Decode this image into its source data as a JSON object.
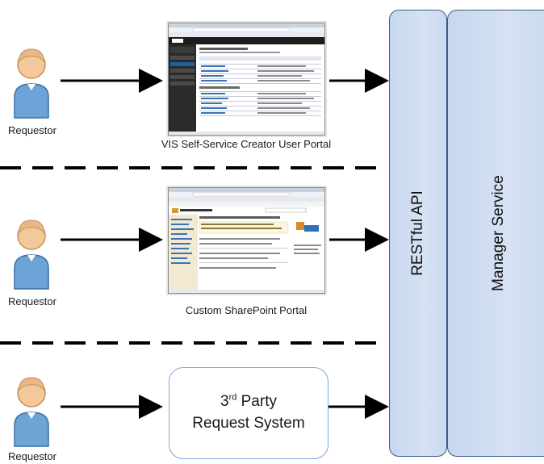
{
  "requestor_label": "Requestor",
  "portal1_caption": "VIS Self-Service Creator User Portal",
  "portal2_caption": "Custom SharePoint Portal",
  "third_party": {
    "num": "3",
    "sup": "rd",
    "line1_rest": " Party",
    "line2": "Request System"
  },
  "restful_api": "RESTful API",
  "manager_service": "Manager Service",
  "colors": {
    "column_fill": "#d0ddf0",
    "column_border": "#3a5a86",
    "box_border": "#7ea7dc",
    "arrow": "#000000"
  },
  "icons": {
    "requestor": "person-icon"
  }
}
